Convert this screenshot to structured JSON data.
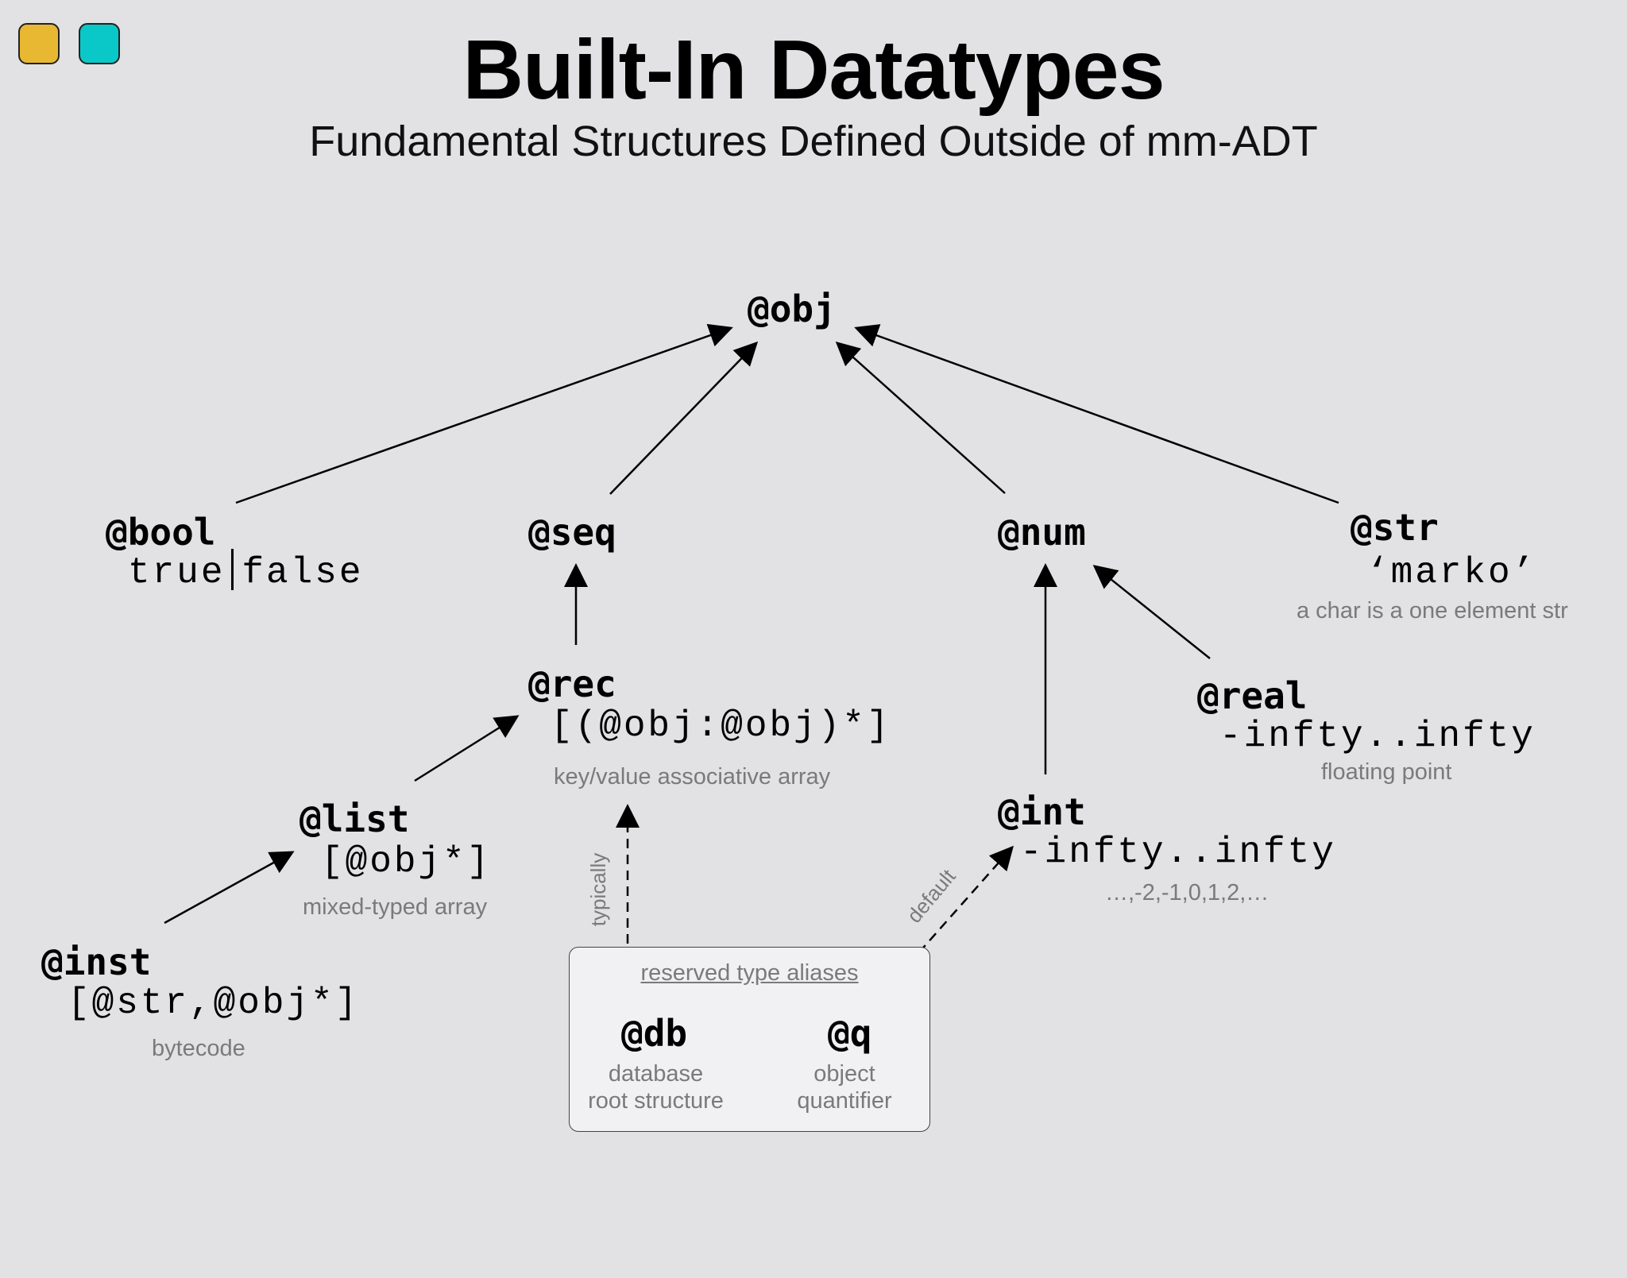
{
  "header": {
    "title": "Built-In Datatypes",
    "subtitle": "Fundamental Structures Defined Outside of mm-ADT"
  },
  "swatches": [
    {
      "name": "yellow",
      "color": "#e8b833"
    },
    {
      "name": "cyan",
      "color": "#0bc8c8"
    }
  ],
  "types": {
    "obj": {
      "name": "@obj"
    },
    "bool": {
      "name": "@bool",
      "value_true": "true",
      "value_false": "false"
    },
    "seq": {
      "name": "@seq"
    },
    "num": {
      "name": "@num"
    },
    "str": {
      "name": "@str",
      "value": "‘marko’",
      "desc": "a char is a one element str"
    },
    "rec": {
      "name": "@rec",
      "value": "[(@obj:@obj)*]",
      "desc": "key/value associative array"
    },
    "real": {
      "name": "@real",
      "value": "-infty..infty",
      "desc": "floating point"
    },
    "list": {
      "name": "@list",
      "value": "[@obj*]",
      "desc": "mixed-typed array"
    },
    "int": {
      "name": "@int",
      "value": "-infty..infty",
      "desc": "…,-2,-1,0,1,2,…"
    },
    "inst": {
      "name": "@inst",
      "value": "[@str,@obj*]",
      "desc": "bytecode"
    }
  },
  "aliases": {
    "title": "reserved type aliases",
    "db": {
      "name": "@db",
      "desc_line1": "database",
      "desc_line2": "root structure"
    },
    "q": {
      "name": "@q",
      "desc_line1": "object",
      "desc_line2": "quantifier"
    }
  },
  "edge_labels": {
    "typically": "typically",
    "default": "default"
  }
}
